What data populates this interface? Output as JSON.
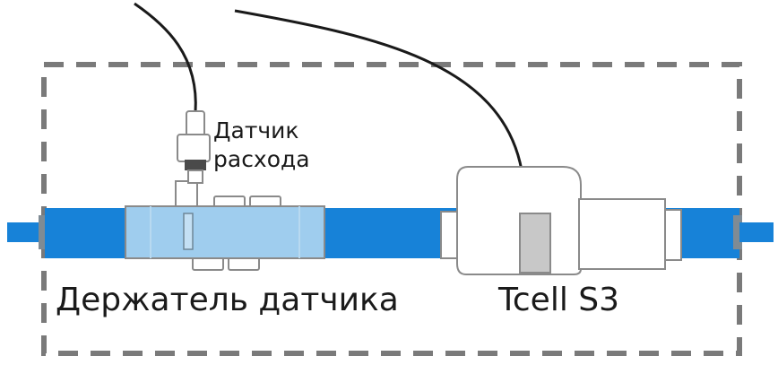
{
  "labels": {
    "sensor_line1": "Датчик",
    "sensor_line2": "расхода",
    "holder": "Держатель датчика",
    "device": "Tcell S3"
  },
  "colors": {
    "pipe": "#1782d8",
    "pipe_end": "#7f8b94",
    "housing_fill": "#ffffff",
    "housing_stroke": "#8a8a8a",
    "holder_fill": "#9fcdee",
    "frame_dash": "#7a7a7a",
    "cable": "#1a1a1a",
    "text": "#1a1a1a"
  }
}
